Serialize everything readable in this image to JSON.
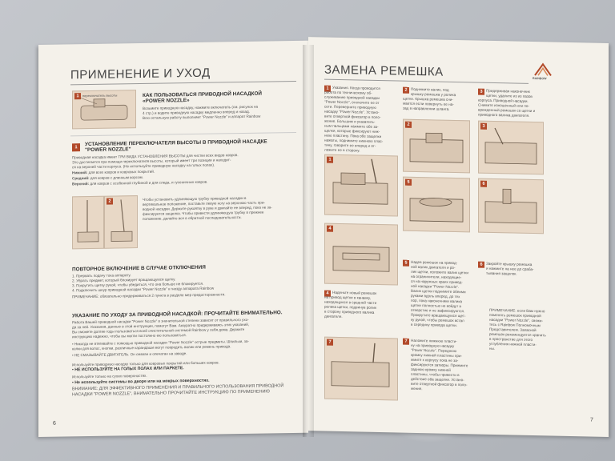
{
  "left_page": {
    "title": "ПРИМЕНЕНИЕ И УХОД",
    "page_number": "6",
    "section1": {
      "badge": "1",
      "heading_1": "КАК ПОЛЬЗОВАТЬСЯ ПРИВОДНОЙ НАСАДКОЙ",
      "heading_2": "«POWER NOZZLE»",
      "lines": [
        "Возьмите приводную насадку, нажмите включатель (см. рисунок на",
        "4 стр.) и водите приводную насадку медленно вперед и назад.",
        "Всю остальную работу выполняет \"Power Nozzle\" и аппарат Rainbow"
      ],
      "illus_label": "переключатель высоты"
    },
    "section2": {
      "badge": "1",
      "heading_1": "УСТАНОВЛЕНИЕ ПЕРЕКЛЮЧАТЕЛЯ ВЫСОТЫ В ПРИВОДНОЙ НАСАДКЕ",
      "heading_2": "\"POWER NOZZLE\"",
      "lines": [
        "Приводная насадка имеет ТРИ ВИДА УСТАНОВЛЕНИЯ ВЫСОТЫ для чистки всех видов ковров.",
        "Это достигается при помощи переключателя высоты, который имеет три позиции и находит-",
        "ся на верхней части корпуса. (Не используйте приводную насадку на голых полах)."
      ],
      "settings": [
        {
          "label": "Нижний:",
          "text": "для всех ковров и ковровых покрытий."
        },
        {
          "label": "Средний:",
          "text": "для ковров с длинным ворсом."
        },
        {
          "label": "Верхний:",
          "text": "для ковров с особенной глубиной и для следа, и гусеничных ковров."
        }
      ]
    },
    "section3": {
      "badge": "2",
      "lines": [
        "Чтобы установить удлиняющую трубку приводной насадки в",
        "вертикальное положение, поставьте левую ногу на верхнюю часть при-",
        "водной насадки. Держите рукоятку в руке и двигайте ее вперед, пока не за-",
        "фиксируется защелка. Чтобы привести удлиняющую трубку в прежнее",
        "положение, делайте все в обратной последовательности."
      ]
    },
    "section4": {
      "heading": "ПОВТОРНОЕ ВКЛЮЧЕНИЕ В СЛУЧАЕ ОТКЛЮЧЕНИЯ",
      "steps": [
        "1. Прервать подачу тока аппарату.",
        "2. Убрать предмет, который блокирует вращающуюся щетку.",
        "3. Покрутить щетку рукой, чтобы убедиться, что она больше не блокируется.",
        "4. Подключить шнур приводной насадки \"Power Nozzle\" к гнезду аппарата Rainbow"
      ],
      "note": "ПРИМЕЧАНИЕ: обязательно придерживаться 2 пункта в разделе мер предосторожности."
    },
    "section5": {
      "heading": "УКАЗАНИЕ ПО УХОДУ ЗА ПРИВОДНОЙ НАСАДКОЙ: ПРОЧИТАЙТЕ ВНИМАТЕЛЬНО.",
      "lines": [
        "Работа Вашей приводной насадки \"Power Nozzle\" в значительной степени зависит от правильного ухо-",
        "да за ней. Указания, данные в этой инструкции, помогут Вам. Аккуратно придерживаясь этих указаний,",
        "Вы сможете долгие годы пользоваться всей очистительной системой Rainbow у себя дома. Держите",
        "инструкцию надежно, чтобы вы могли постоянно ею пользоваться.",
        "• Никогда не втягивайте с помощью приводной насадки \"Power Nozzle\" острые предметы. Шпильки, за-",
        "колки для волос, кнопки, различные карандаши могут повредить валик или ремень привода.",
        "• НЕ СМАЗЫВАЙТЕ ДВИГАТЕЛЬ. Он смазан и опечатан на заводе.",
        "",
        "Используйте приводную насадку только для ковровых покрытий или больших ковров.",
        "• НЕ ИСПОЛЬЗУЙТЕ НА ГОЛЫХ ПОЛАХ ИЛИ ПАРКЕТЕ.",
        "Используйте только на сухих поверхностях.",
        "• Не используйте системы во дворе или на мокрых поверхностях.",
        "ВНИМАНИЕ: ДЛЯ ЭФФЕКТИВНОГО ПРИМЕНЕНИЯ И ПРАВИЛЬНОГО ИСПОЛЬЗОВАНИЯ ПРИВОДНОЙ",
        "НАСАДКИ \"POWER NOZZLE\", ВНИМАТЕЛЬНО ПРОЧИТАЙТЕ ИНСТРУКЦИЮ ПО ПРИМЕНЕНИЮ"
      ]
    }
  },
  "right_page": {
    "title": "ЗАМЕНА РЕМЕШКА",
    "page_number": "7",
    "logo_text": "RAINBOW",
    "step1": {
      "badge": "1",
      "lines": [
        "Указания. Когда проводится",
        "работа по техническому об-",
        "служиванию приводной насадки",
        "\"Power Nozzle\", отключите ее от",
        "сети. Переверните приводную",
        "насадку \"Power Nozzle\". Устано-",
        "вите отверткой фиксатор в поло-",
        "жение. Большим и указатель-",
        "ным пальцами нажмите обе за-",
        "щелки, которые фиксируют ниж-",
        "нюю пластину. Пока обе защелки",
        "нажаты, поднимите нижнюю плас-",
        "тину, говорите ее вперед и от-",
        "ложите ее в сторону."
      ]
    },
    "step2": {
      "badge": "2",
      "lines": [
        "Поднимите валик, под",
        "крышку ремешка у ролика",
        "щетки. Крышка ремешка сни-",
        "мается если повернуть ее на-",
        "зад в направлении шланга."
      ]
    },
    "step3": {
      "badge": "3",
      "lines": [
        "Придерживая наконечник",
        "щетки, удалите из из пазов",
        "корпуса. Приводной насадки.",
        "Снимите изношенный или по-",
        "врежденный ремешок со щетки и",
        "приводного валика двигателя."
      ]
    },
    "step4": {
      "badge": "4",
      "lines": [
        "Наденьте новый ремешок",
        "на привод щетки в канавку,",
        "находящуюся в средней части",
        "ролика щетки, подвинув ролик",
        "в сторону приводного валика",
        "двигателя."
      ]
    },
    "step5": {
      "badge": "5",
      "lines": [
        "Надев ремешок на привод-",
        "ной валик двигателя и ро-",
        "лик щетки, положите валик щетки",
        "на ограничители, находящие-",
        "ся на наружных краях привод-",
        "ной насадки \"Power Nozzle\".",
        "Валик щетки поднимите обеими",
        "руками вдоль вперед, до тех",
        "пор, пока наконечники валика",
        "щетки полностью не войдут в",
        "отверстие и не зафиксируются.",
        "Прокрутите вращающуюся щет-",
        "ку рукой, чтобы ремешок встал",
        "в середину привода щетки."
      ]
    },
    "step6": {
      "badge": "6",
      "lines": [
        "Закройте крышку ремешка",
        "и нажмите на нее до сраба-",
        "тывания защелок."
      ]
    },
    "step7": {
      "badge": "7",
      "lines": [
        "Наложите нижнюю пласти-",
        "ну на приводную насадку",
        "\"Power Nozzle\". Переднюю",
        "кромку нижней пластины при-",
        "жмите к корпусу пока не за-",
        "фиксируются затворы. Прижмите",
        "заднюю кромку нижней",
        "пластины, чтобы привести в",
        "действие оба защелки. Устано-",
        "вите отверткой фиксатор в поло-",
        "жение."
      ]
    },
    "note": {
      "lines": [
        "ПРИМЕЧАНИЕ: если Вам нужно",
        "поменять ремешок приводной",
        "насадки \"Power Nozzle\", свяжи-",
        "тесь с Rainbow Полномочным",
        "Представителем. Запасной",
        "ремешок рекомендуется хранить",
        "в пространстве для этого",
        "углубления нижней пласти-",
        "ны."
      ]
    }
  },
  "colors": {
    "accent": "#b24a2a",
    "illustration": "#e8d8c6",
    "paper": "#f4f1ea"
  }
}
